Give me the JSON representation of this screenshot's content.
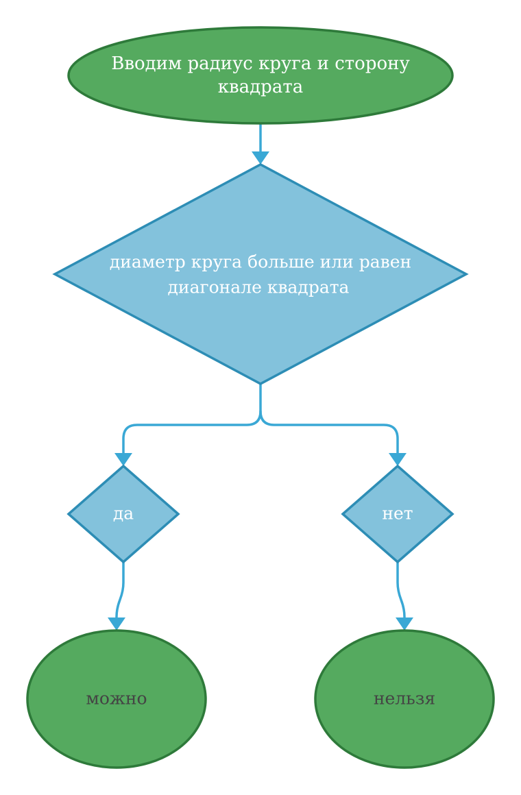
{
  "diagram": {
    "start": {
      "line1": "Вводим радиус круга и сторону",
      "line2": "квадрата"
    },
    "decision": {
      "line1": "диаметр круга больше или равен",
      "line2": "диагонале квадрата"
    },
    "branch_yes": {
      "label": "да"
    },
    "branch_no": {
      "label": "нет"
    },
    "result_yes": {
      "label": "можно"
    },
    "result_no": {
      "label": "нельзя"
    }
  },
  "colors": {
    "terminal_fill": "#55aa5f",
    "terminal_stroke": "#2e7a3a",
    "decision_fill": "#83c2dc",
    "decision_stroke": "#2d8db5",
    "connector": "#3aa8d5",
    "light_text": "#ffffff",
    "dark_text": "#444444"
  }
}
